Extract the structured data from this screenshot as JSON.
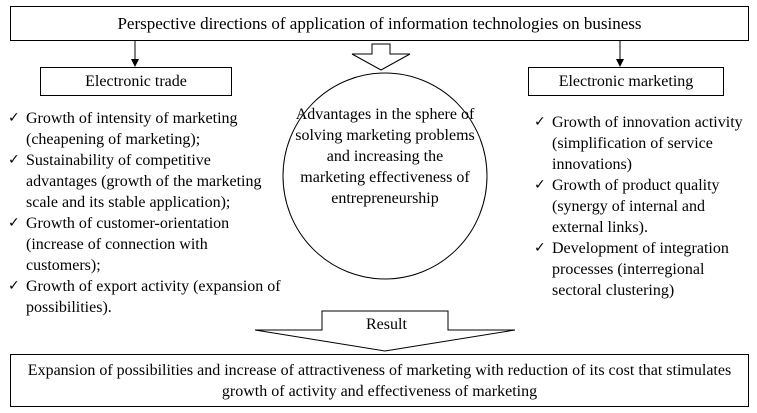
{
  "title": "Perspective directions of application of information technologies on business",
  "left": {
    "heading": "Electronic trade",
    "items": [
      "Growth of intensity of marketing (cheapening of marketing);",
      "Sustainability of competitive advantages (growth of the marketing scale and its stable application);",
      "Growth of customer-orientation (increase of connection with customers);",
      "Growth of export activity (expansion of possibilities)."
    ]
  },
  "right": {
    "heading": "Electronic marketing",
    "items": [
      "Growth of innovation activity (simplification of service innovations)",
      "Growth of product quality (synergy of internal and external links).",
      "Development of integration processes (interregional sectoral clustering)"
    ]
  },
  "center": {
    "text": "Advantages in the sphere of solving marketing problems and increasing the marketing effectiveness of entrepreneurship"
  },
  "result_label": "Result",
  "bottom": {
    "text": "Expansion of possibilities and increase of attractiveness of marketing with reduction of its cost that stimulates growth of activity and effectiveness of marketing"
  },
  "check_glyph": "✓"
}
